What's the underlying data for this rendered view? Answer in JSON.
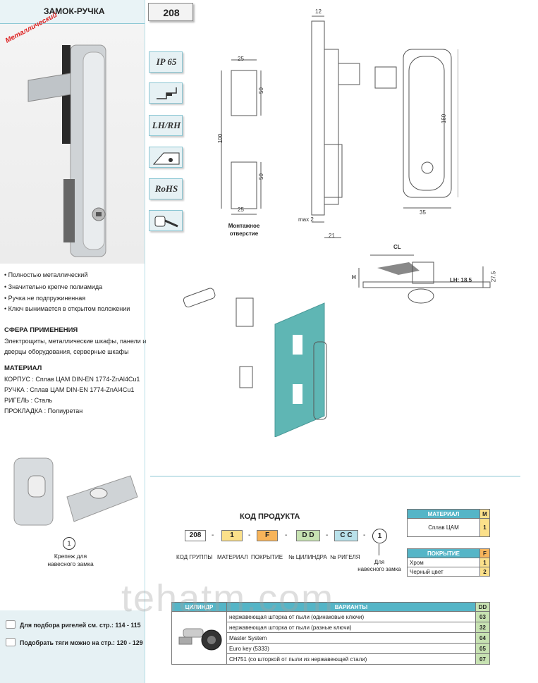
{
  "header": {
    "title": "ЗАМОК-РУЧКА",
    "page_number": "208",
    "tag": "Металлический"
  },
  "features": [
    "IP 65",
    "LH/RH",
    "RoHS"
  ],
  "bullets": [
    "• Полностью металлический",
    "• Значительно крепче полиамида",
    "• Ручка не подпружиненная",
    "• Ключ вынимается в открытом положении"
  ],
  "application": {
    "heading": "СФЕРА ПРИМЕНЕНИЯ",
    "lines": [
      "Электрощиты, металлические шкафы, панели и",
      "дверцы оборудования, серверные шкафы"
    ]
  },
  "material": {
    "heading": "МАТЕРИАЛ",
    "lines": [
      "КОРПУС : Сплав ЦАМ DIN-EN 1774-ZnAl4Cu1",
      "РУЧКА   : Сплав ЦАМ DIN-EN 1774-ZnAl4Cu1",
      "РИГЕЛЬ  : Сталь",
      "ПРОКЛАДКА : Полиуретан"
    ]
  },
  "padlock": {
    "badge": "1",
    "caption_1": "Крепеж для",
    "caption_2": "навесного замка"
  },
  "hints": [
    "Для подбора ригелей см. стр.: 114  - 115",
    "Подобрать тяги можно на стр.: 120 - 129"
  ],
  "drawing": {
    "d25_top": "25",
    "d50_a": "50",
    "d100": "100",
    "d50_b": "50",
    "d25_bottom": "25",
    "cutout_1": "Монтажное",
    "cutout_2": "отверстие",
    "d12": "12",
    "d_max2": "max 2",
    "d21": "21",
    "d160": "160",
    "d35": "35",
    "cl": "CL",
    "h": "H",
    "lh": "LH: 18.5",
    "d27_5": "27.5"
  },
  "code": {
    "title": "КОД ПРОДУКТА",
    "boxes": [
      "208",
      "1",
      "F",
      "D D",
      "C C"
    ],
    "circle": "1",
    "labels": [
      "КОД ГРУППЫ",
      "МАТЕРИАЛ",
      "ПОКРЫТИЕ",
      "№ ЦИЛИНДРА",
      "№ РИГЕЛЯ"
    ],
    "circle_label_1": "Для",
    "circle_label_2": "навесного замка",
    "colors": {
      "group": "#ffffff",
      "material": "#fbe08a",
      "coating": "#f7b45a",
      "cylinder": "#c7e2b2",
      "bolt": "#b9e1ea"
    }
  },
  "material_table": {
    "header": "МАТЕРИАЛ",
    "letter": "M",
    "rows": [
      {
        "name": "Сплав ЦАМ",
        "code": "1"
      }
    ]
  },
  "coating_table": {
    "header": "ПОКРЫТИЕ",
    "letter": "F",
    "rows": [
      {
        "name": "Хром",
        "code": "1"
      },
      {
        "name": "Черный цвет",
        "code": "2"
      }
    ]
  },
  "cylinder_table": {
    "header_1": "ЦИЛИНДР",
    "header_2": "ВАРИАНТЫ",
    "letter": "DD",
    "rows": [
      {
        "name": "нержавеющая шторка от пыли (одинаковые ключи)",
        "code": "03"
      },
      {
        "name": "нержавеющая шторка от пыли (разные ключи)",
        "code": "32"
      },
      {
        "name": "Master System",
        "code": "04"
      },
      {
        "name": "Euro key (5333)",
        "code": "05"
      },
      {
        "name": "CH751 (со шторкой от пыли из нержавеющей стали)",
        "code": "07"
      }
    ]
  },
  "watermark": "tehatm.com"
}
